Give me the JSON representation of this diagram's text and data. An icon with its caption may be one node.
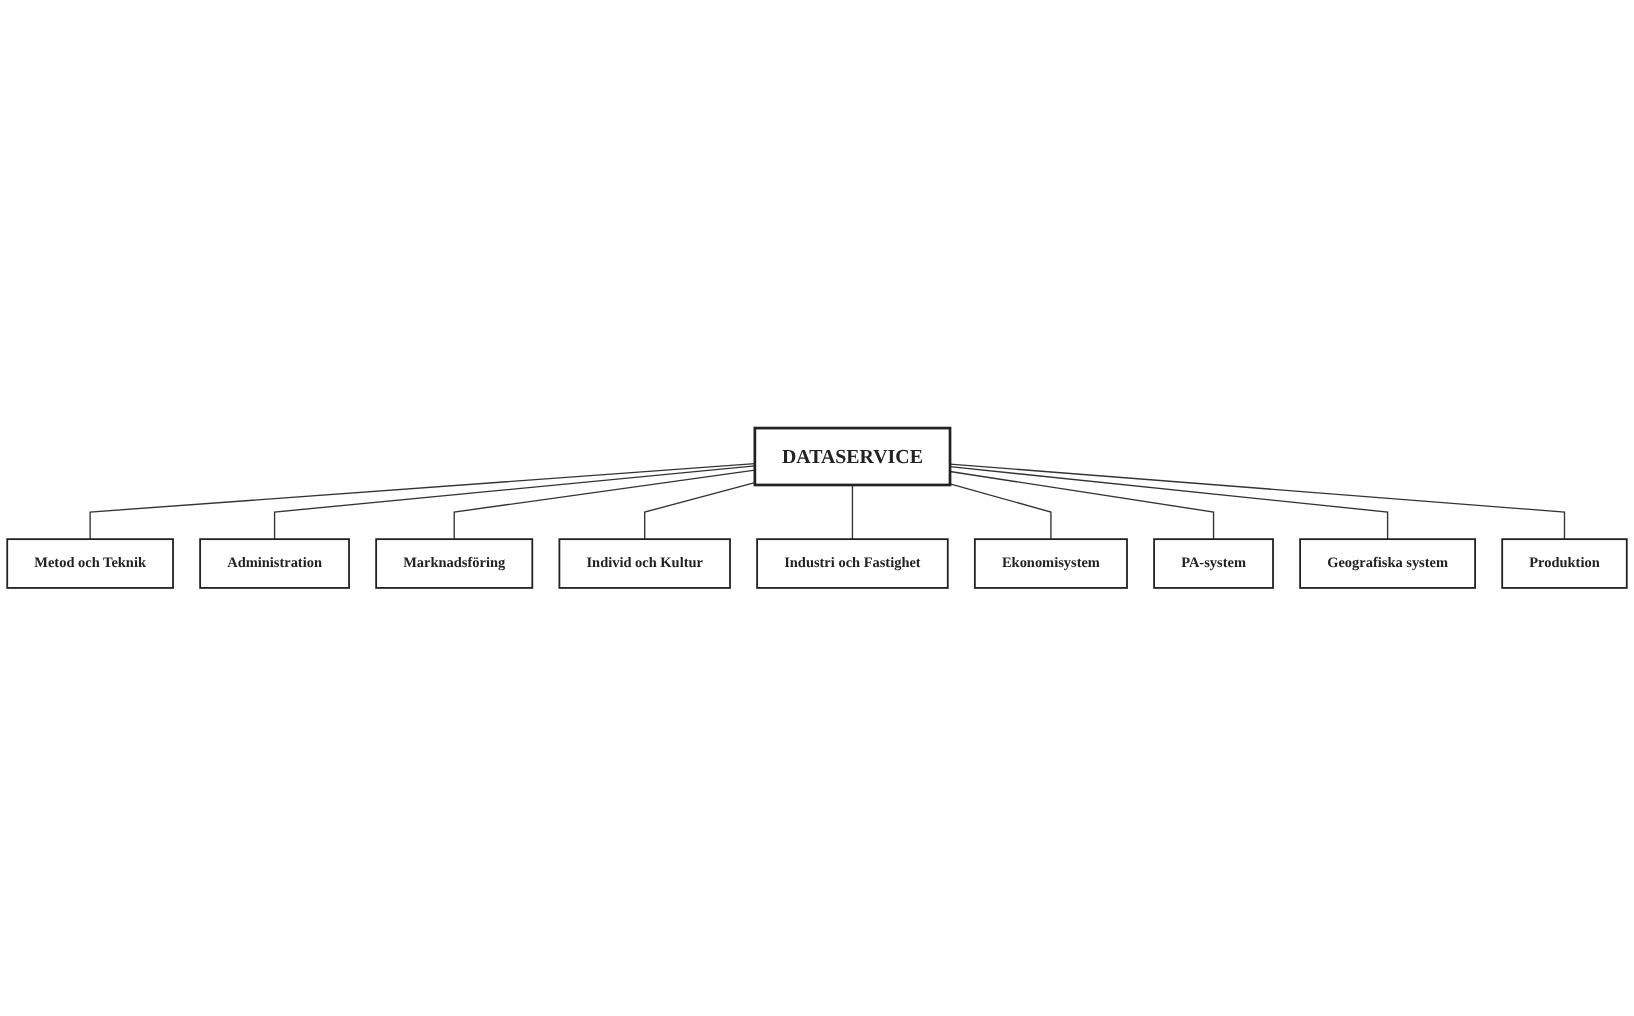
{
  "diagram": {
    "nodes": [
      {
        "text": [
          "DATASERVICE"
        ]
      },
      {
        "text": [
          "Metod och Teknik"
        ]
      },
      {
        "text": [
          "Administration"
        ]
      },
      {
        "text": [
          "Marknadsföring"
        ]
      },
      {
        "text": [
          "Individ och Kultur"
        ]
      },
      {
        "text": [
          "Industri och Fastighet"
        ]
      },
      {
        "text": [
          "Ekonomisystem"
        ]
      },
      {
        "text": [
          "PA-system"
        ]
      },
      {
        "text": [
          "Geografiska system"
        ]
      },
      {
        "text": [
          "Produktion"
        ]
      }
    ],
    "edges": [
      {
        "from": 0,
        "to": 1,
        "arrow": "none"
      },
      {
        "from": 0,
        "to": 2,
        "arrow": "none"
      },
      {
        "from": 0,
        "to": 3,
        "arrow": "none"
      },
      {
        "from": 0,
        "to": 4,
        "arrow": "none"
      },
      {
        "from": 0,
        "to": 5,
        "arrow": "none"
      },
      {
        "from": 0,
        "to": 6,
        "arrow": "none"
      },
      {
        "from": 0,
        "to": 7,
        "arrow": "none"
      },
      {
        "from": 0,
        "to": 8,
        "arrow": "none"
      },
      {
        "from": 0,
        "to": 9,
        "arrow": "none"
      }
    ]
  }
}
